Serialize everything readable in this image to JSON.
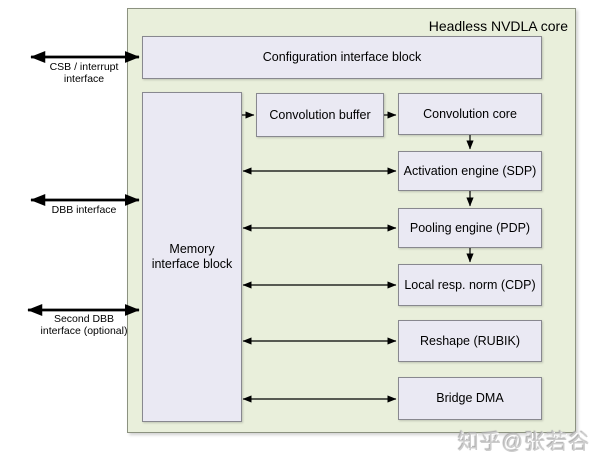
{
  "title": "Headless NVDLA core",
  "blocks": {
    "config": {
      "label": "Configuration interface block"
    },
    "memory": {
      "line1": "Memory",
      "line2": "interface block"
    },
    "conv_buffer": {
      "label": "Convolution buffer"
    },
    "conv_core": {
      "label": "Convolution core"
    },
    "activation": {
      "label": "Activation engine (SDP)"
    },
    "pooling": {
      "label": "Pooling engine (PDP)"
    },
    "lrn": {
      "label": "Local resp. norm (CDP)"
    },
    "reshape": {
      "label": "Reshape (RUBIK)"
    },
    "bridge_dma": {
      "label": "Bridge DMA"
    }
  },
  "external_interfaces": {
    "csb": {
      "line1": "CSB / interrupt",
      "line2": "interface"
    },
    "dbb": {
      "line1": "DBB interface",
      "line2": ""
    },
    "dbb2": {
      "line1": "Second DBB",
      "line2": "interface (optional)"
    }
  },
  "watermark": "知乎@张若谷",
  "colors": {
    "outer_fill": "#e9efdb",
    "block_fill": "#eae9f3",
    "outer_border": "#8c9280",
    "block_border": "#88888f",
    "arrow": "#000000",
    "watermark_gray": "#cccccc"
  }
}
